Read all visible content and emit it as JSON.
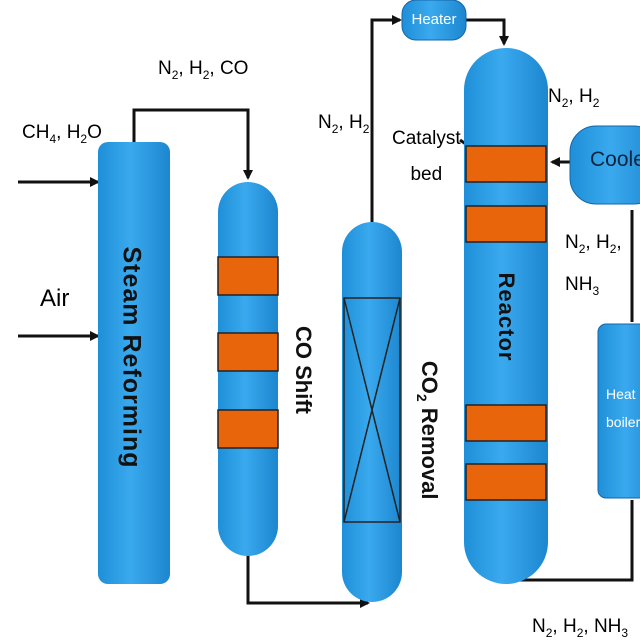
{
  "labels": {
    "feed_ch4_h2o": [
      "CH",
      "4",
      ", H",
      "2",
      "O"
    ],
    "feed_air": "Air",
    "top_n2_h2_co": [
      "N",
      "2",
      ", H",
      "2",
      ", CO"
    ],
    "mid_n2_h2": [
      "N",
      "2",
      ", H",
      "2"
    ],
    "right_n2_h2": [
      "N",
      "2",
      ", H",
      "2"
    ],
    "catalyst_bed_line1": "Catalyst",
    "catalyst_bed_line2": "bed",
    "recycle_n2_h2_nh3_line1": [
      "N",
      "2",
      ", H",
      "2",
      ","
    ],
    "recycle_n2_h2_nh3_line2": [
      "NH",
      "3"
    ],
    "bottom_n2_h2_nh3": [
      "N",
      "2",
      ", H",
      "2",
      ", NH",
      "3"
    ]
  },
  "units": {
    "steam_reforming": "Steam Reforming",
    "co_shift": "CO Shift",
    "co2_removal": [
      "CO",
      "2",
      " Removal"
    ],
    "reactor": "Reactor",
    "heater": "Heater",
    "cooler": "Cooler",
    "heat_boiler_line1": "Heat",
    "heat_boiler_line2": "boiler"
  },
  "colors": {
    "vessel_blue": "#2196e0",
    "vessel_blue_light": "#4ab3f0",
    "catalyst_orange": "#e8650c",
    "line_black": "#111111"
  }
}
